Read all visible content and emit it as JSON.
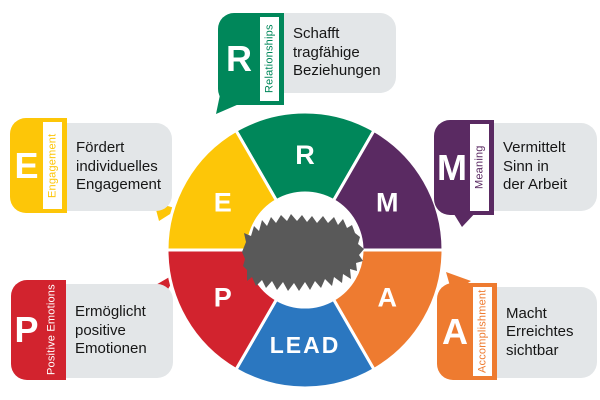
{
  "colors": {
    "green": "#00875A",
    "yellow": "#FDC608",
    "red": "#D2232E",
    "purple": "#5A2A62",
    "orange": "#EE7B30",
    "blue": "#2B77C0",
    "card_gray": "#E3E6E8",
    "redacted_gray": "#595959"
  },
  "wheel": {
    "segments": [
      {
        "label": "R",
        "color_key": "green",
        "start": 60,
        "end": 120
      },
      {
        "label": "M",
        "color_key": "purple",
        "start": 0,
        "end": 60
      },
      {
        "label": "A",
        "color_key": "orange",
        "start": 300,
        "end": 360
      },
      {
        "label": "LEAD",
        "color_key": "blue",
        "start": 240,
        "end": 300
      },
      {
        "label": "P",
        "color_key": "red",
        "start": 180,
        "end": 240
      },
      {
        "label": "E",
        "color_key": "yellow",
        "start": 120,
        "end": 180
      }
    ],
    "center_text_redacted": true
  },
  "callouts": [
    {
      "id": "relationships",
      "letter": "R",
      "category": "Relationships",
      "color_key": "green",
      "lines": [
        "Schafft",
        "tragfähige",
        "Beziehungen"
      ]
    },
    {
      "id": "engagement",
      "letter": "E",
      "category": "Engagement",
      "color_key": "yellow",
      "lines": [
        "Fördert",
        "individuelles",
        "Engagement"
      ]
    },
    {
      "id": "positive-emotions",
      "letter": "P",
      "category": "Positive Emotions",
      "color_key": "red",
      "lines": [
        "Ermöglicht",
        "positive",
        "Emotionen"
      ]
    },
    {
      "id": "meaning",
      "letter": "M",
      "category": "Meaning",
      "color_key": "purple",
      "lines": [
        "Vermittelt",
        "Sinn in",
        "der Arbeit"
      ]
    },
    {
      "id": "accomplishment",
      "letter": "A",
      "category": "Accomplishment",
      "color_key": "orange",
      "lines": [
        "Macht",
        "Erreichtes",
        "sichtbar"
      ]
    }
  ]
}
